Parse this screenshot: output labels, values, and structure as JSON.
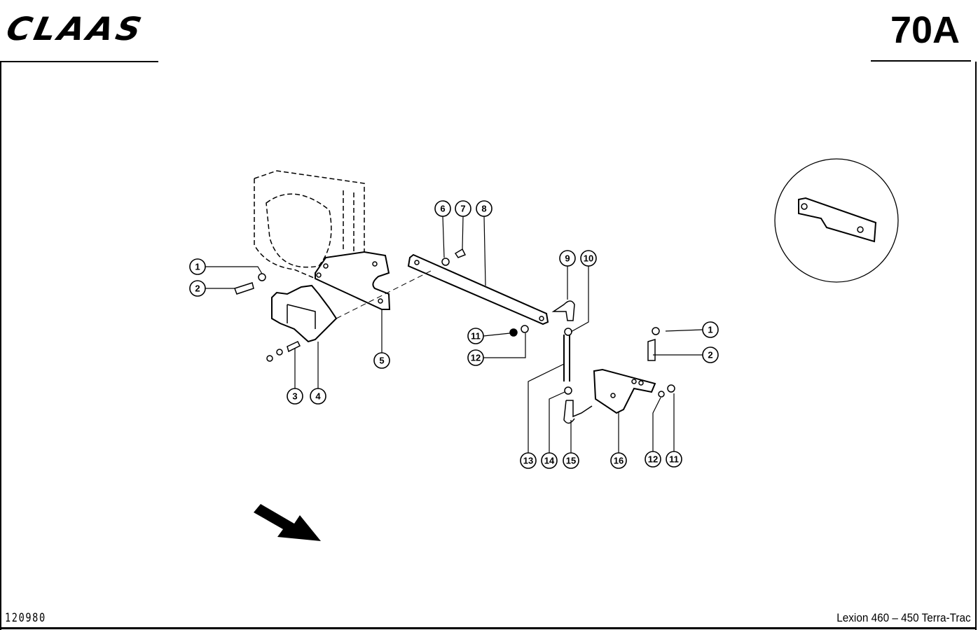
{
  "header": {
    "brand_logo": "CLAAS",
    "page_number": "70A"
  },
  "footer": {
    "document_number": "120980",
    "model": "Lexion 460 – 450 Terra-Trac"
  },
  "diagram": {
    "title": "Exploded parts view",
    "callouts": [
      "1",
      "2",
      "3",
      "4",
      "5",
      "6",
      "7",
      "8",
      "9",
      "10",
      "11",
      "12",
      "1",
      "2",
      "13",
      "14",
      "15",
      "16",
      "12",
      "11"
    ],
    "inset": "detail-view-bracket",
    "direction_arrow": "travel-direction"
  }
}
